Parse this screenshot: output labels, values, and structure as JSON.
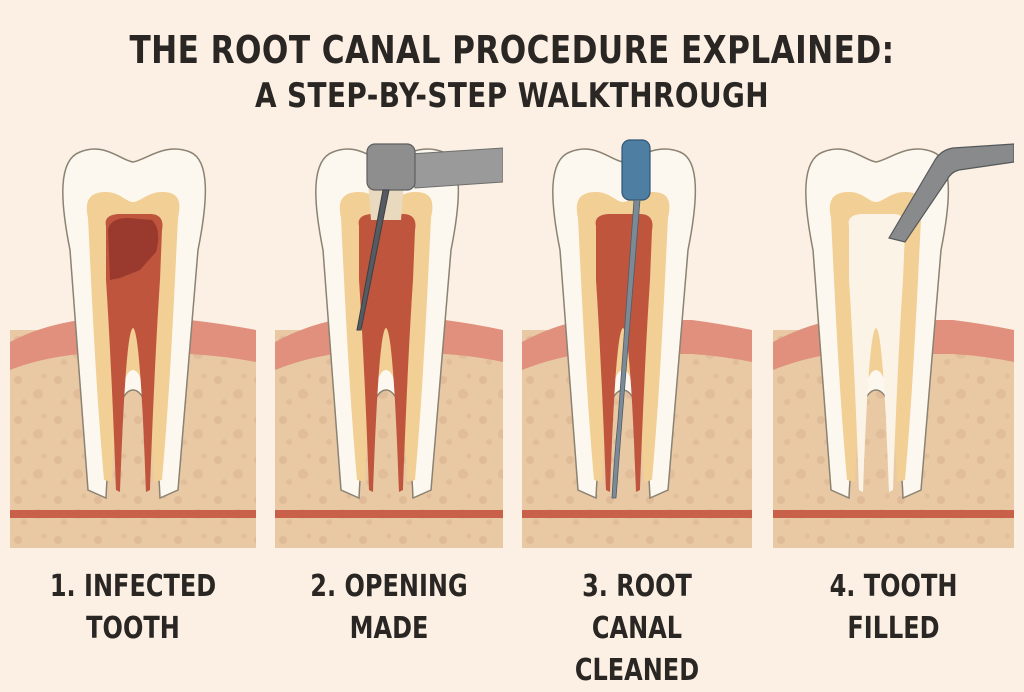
{
  "title": {
    "line1": "THE ROOT CANAL PROCEDURE EXPLAINED:",
    "line2": "A STEP-BY-STEP WALKTHROUGH"
  },
  "colors": {
    "background": "#fbf0e3",
    "enamel": "#fdf8ef",
    "dentin": "#f2cf94",
    "pulp": "#c0553e",
    "infection": "#9a3a2e",
    "gum": "#e0907c",
    "bone": "#e8c9a4",
    "nerve": "#c9604a",
    "instrument_gray": "#8e8e8e",
    "file_handle_blue": "#4f7ea3"
  },
  "steps": [
    {
      "number": "1.",
      "line1": "INFECTED",
      "line2": "TOOTH",
      "line3": "",
      "tool": "none",
      "pulp_state": "infected"
    },
    {
      "number": "2.",
      "line1": "OPENING",
      "line2": "MADE",
      "line3": "",
      "tool": "dental-drill",
      "pulp_state": "exposed"
    },
    {
      "number": "3.",
      "line1": "ROOT",
      "line2": "CANAL",
      "line3": "CLEANED",
      "tool": "endodontic-file",
      "pulp_state": "cleaning"
    },
    {
      "number": "4.",
      "line1": "TOOTH",
      "line2": "FILLED",
      "line3": "",
      "tool": "filling-instrument",
      "pulp_state": "filled"
    }
  ]
}
